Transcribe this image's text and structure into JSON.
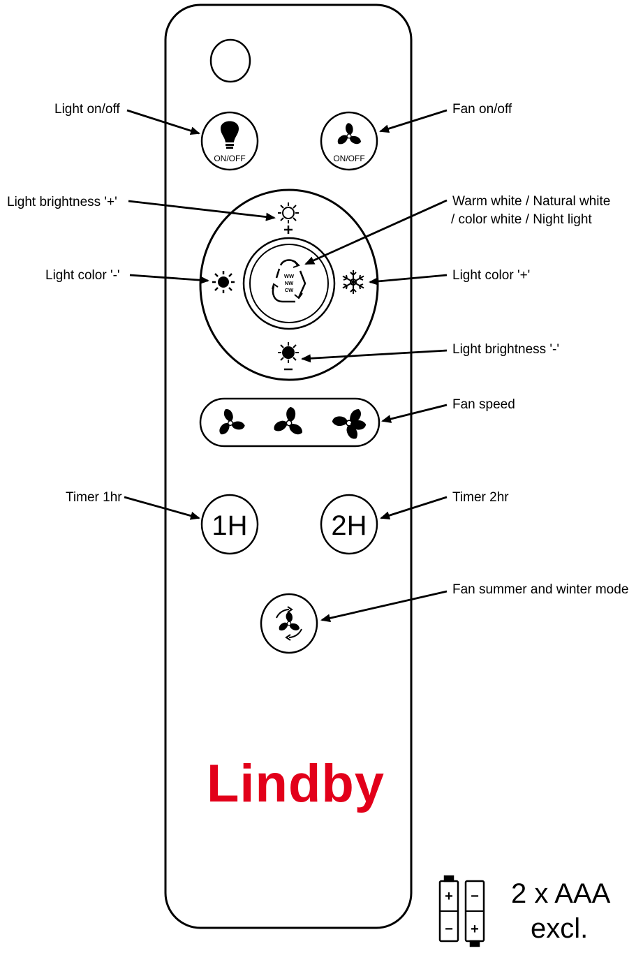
{
  "callouts": {
    "light_onoff": "Light on/off",
    "fan_onoff": "Fan on/off",
    "brightness_plus": "Light brightness '+'",
    "color_mode_line1": "Warm white / Natural white",
    "color_mode_line2": "/ color white / Night light",
    "color_minus": "Light color '-'",
    "color_plus": "Light color '+'",
    "brightness_minus": "Light brightness '-'",
    "fan_speed": "Fan speed",
    "timer_1hr": "Timer 1hr",
    "timer_2hr": "Timer 2hr",
    "fan_mode": "Fan summer and winter mode"
  },
  "buttons": {
    "light_onoff_text": "ON/OFF",
    "fan_onoff_text": "ON/OFF",
    "timer_1h": "1H",
    "timer_2h": "2H",
    "ww": "WW",
    "nw": "NW",
    "cw": "CW"
  },
  "brand": {
    "name": "Lindby",
    "color": "#e2001a"
  },
  "battery": {
    "quantity": "2 x AAA",
    "note": "excl.",
    "plus": "+",
    "minus": "−"
  },
  "icons": {
    "led_indicator": "led-indicator",
    "light_bulb": "light-bulb-icon",
    "fan": "fan-icon",
    "sun_plus": "brightness-plus-icon",
    "sun_minus": "brightness-minus-icon",
    "sun": "warm-color-icon",
    "snowflake": "cold-color-icon",
    "cycle": "color-cycle-icon",
    "fan_reverse": "fan-reverse-icon",
    "battery": "battery-icon"
  }
}
